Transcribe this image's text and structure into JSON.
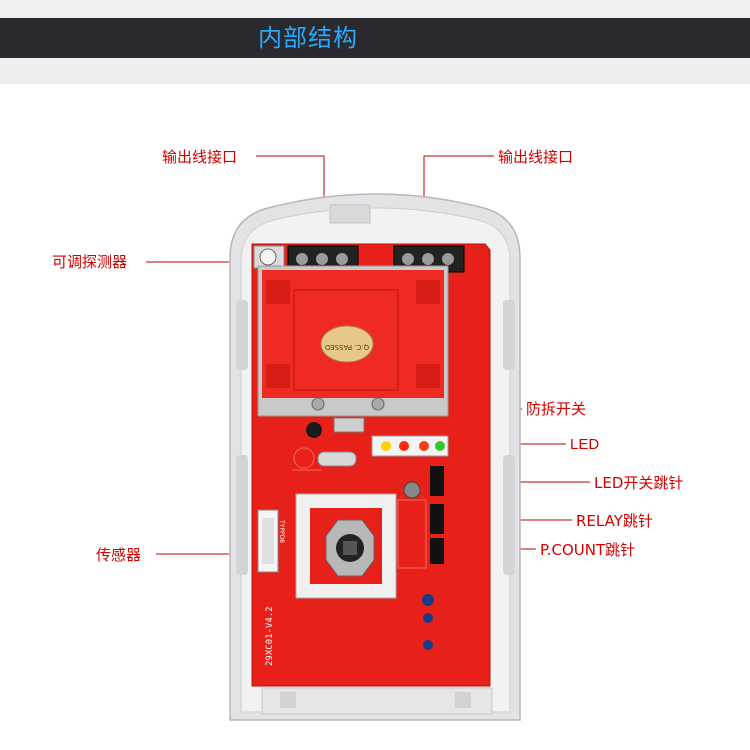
{
  "header": {
    "title": "内部结构"
  },
  "labels": {
    "output_left": "输出线接口",
    "output_right": "输出线接口",
    "adjustable_detector": "可调探测器",
    "tamper_switch": "防拆开关",
    "led": "LED",
    "led_jumper": "LED开关跳针",
    "relay_jumper": "RELAY跳针",
    "pcount_jumper": "P.COUNT跳针",
    "sensor": "传感器"
  },
  "board": {
    "qc_sticker": "Q.C. PASSED",
    "model_code": "29XC01-V4.2",
    "sensor_part": "TYPPD8"
  },
  "colors": {
    "accent_title": "#29a9ff",
    "label_red": "#d40000",
    "pcb_red": "#e8201a",
    "header_bg": "#2a2a2e"
  }
}
